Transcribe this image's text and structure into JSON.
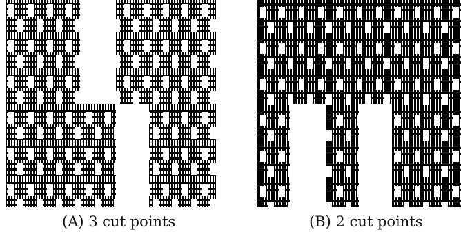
{
  "figure": {
    "panels": [
      {
        "id": "a",
        "caption_tag": "(A)",
        "caption_text": "3 cut points",
        "columns": [
          {
            "x": [
              0,
              108
            ],
            "span": "full"
          },
          {
            "x": [
              108,
              160
            ],
            "span": "bottom"
          },
          {
            "x": [
              160,
              208
            ],
            "span": "top"
          },
          {
            "x": [
              208,
              305
            ],
            "span": "full"
          }
        ]
      },
      {
        "id": "b",
        "caption_tag": "(B)",
        "caption_text": "2 cut points",
        "columns": [
          {
            "x": [
              0,
              48
            ],
            "span": "full"
          },
          {
            "x": [
              48,
              148
            ],
            "span": "top"
          },
          {
            "x": [
              100,
              148
            ],
            "span": "bottom"
          },
          {
            "x": [
              148,
              296
            ],
            "span": "top"
          },
          {
            "x": [
              196,
              296
            ],
            "span": "bottom"
          }
        ]
      }
    ]
  }
}
